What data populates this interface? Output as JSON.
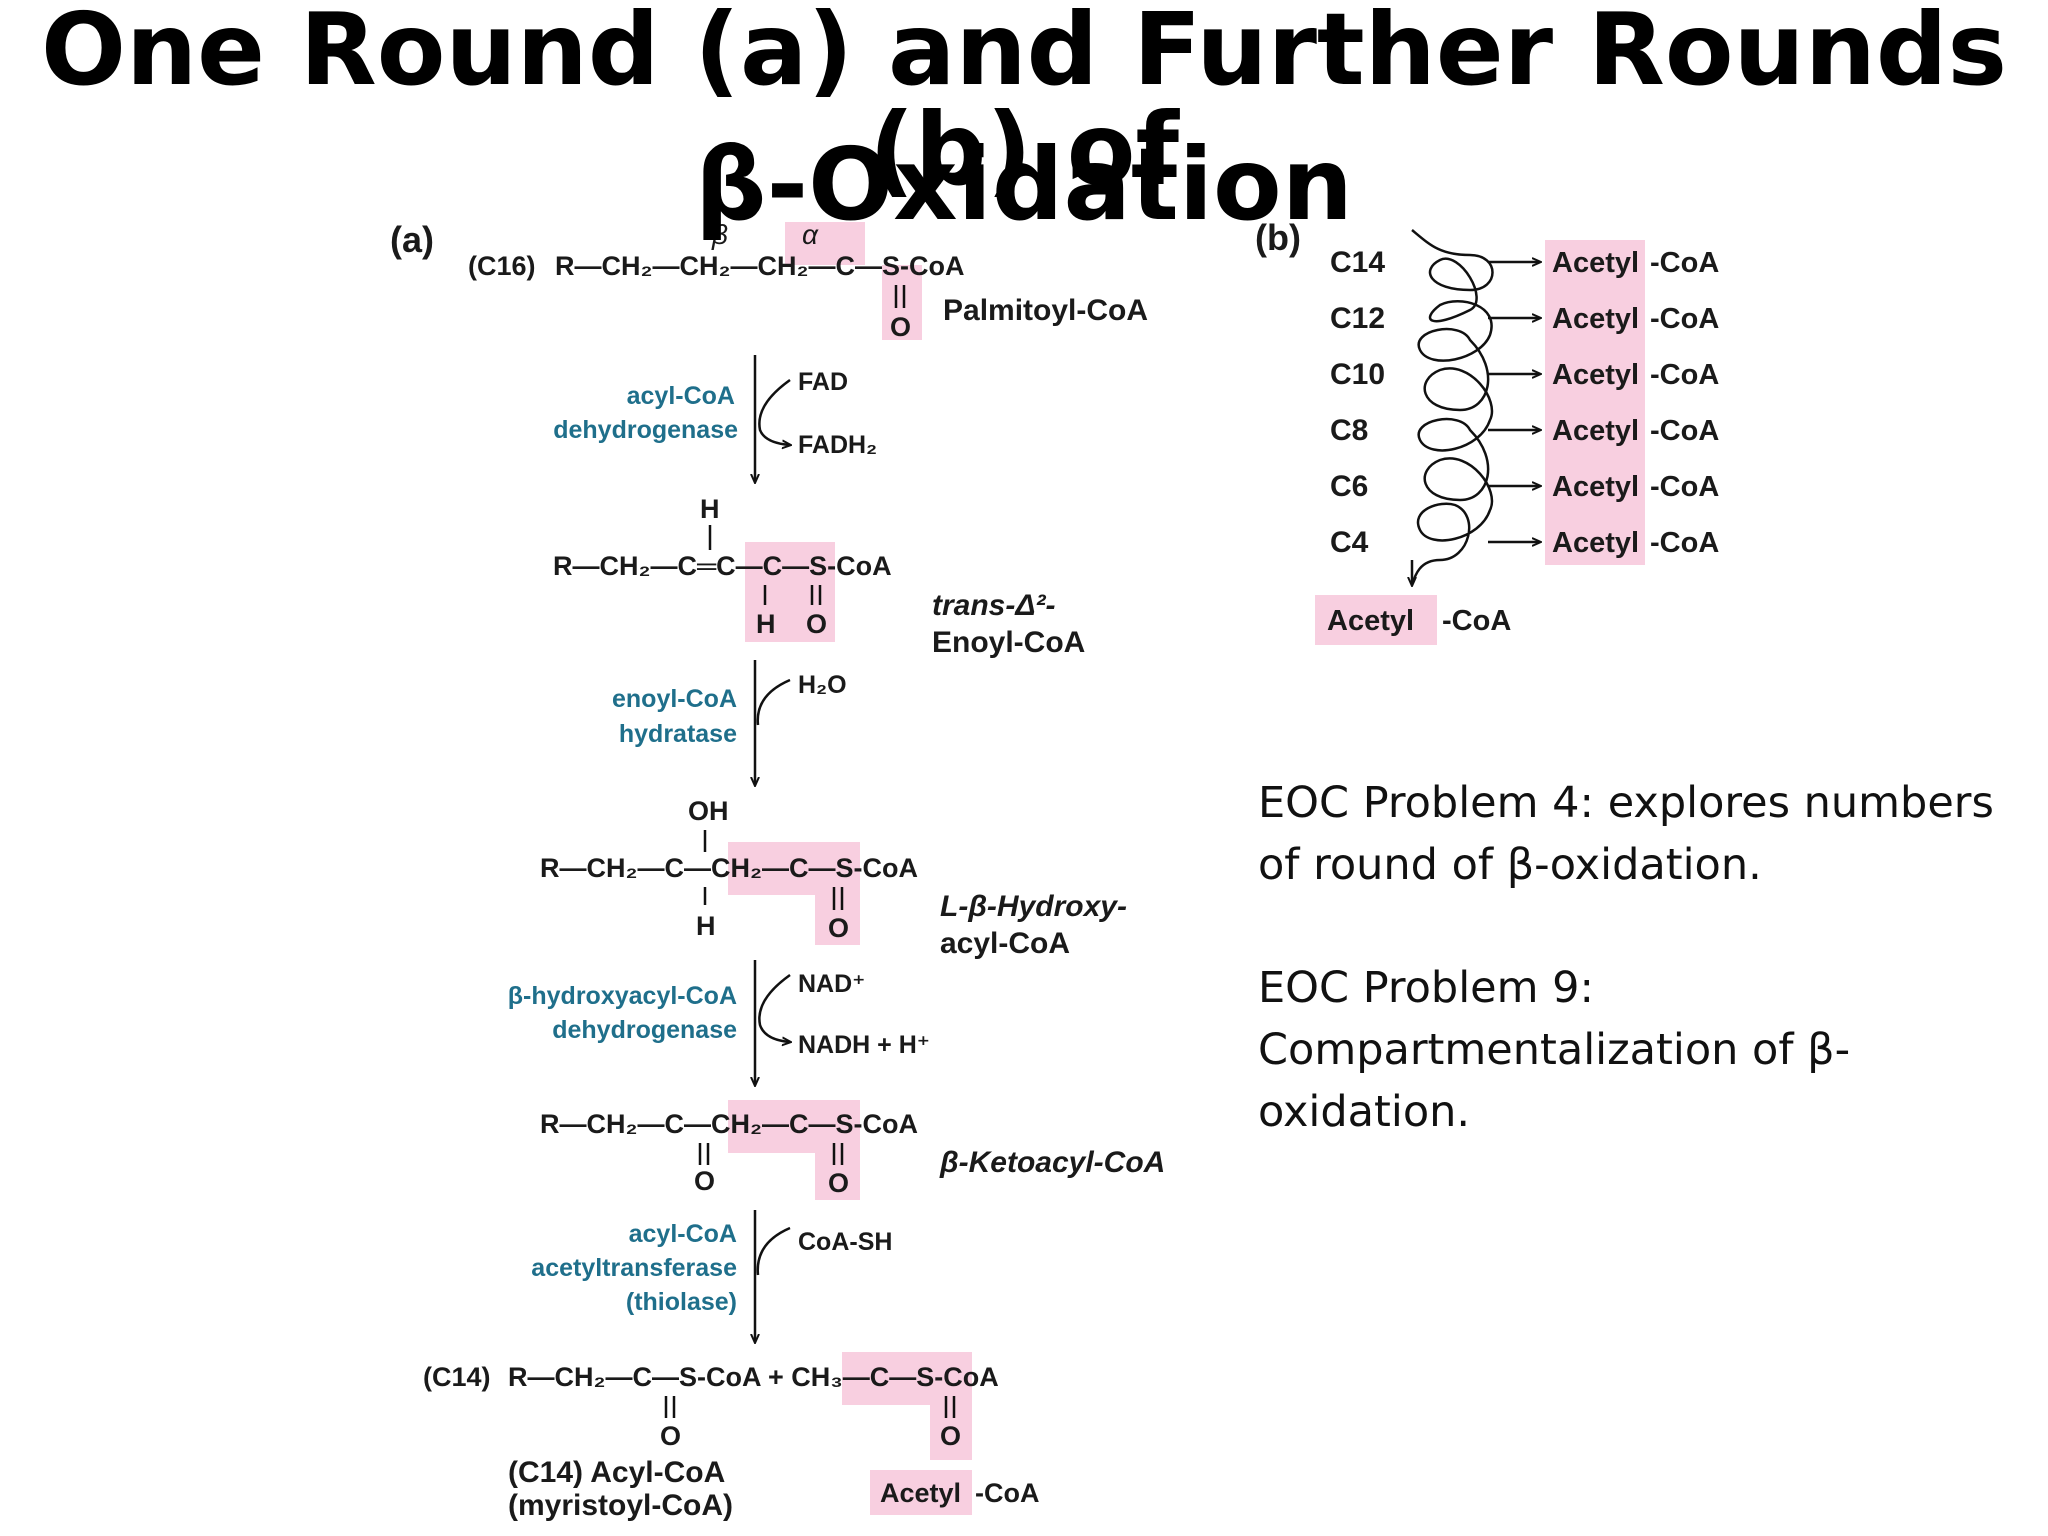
{
  "slide": {
    "title_line1": "One Round (a) and Further Rounds (b)  of",
    "title_line2": "β-Oxidation",
    "highlight_color": "#f8cfe0",
    "enzyme_color": "#1f6f8b"
  },
  "panel_a": {
    "label": "(a)",
    "greek_beta": "β",
    "greek_alpha": "α",
    "c16": "(C16)",
    "palmitoyl_name": "Palmitoyl-CoA",
    "enzyme1_line1": "acyl-CoA",
    "enzyme1_line2": "dehydrogenase",
    "fad": "FAD",
    "fadh2": "FADH₂",
    "enoyl_name_line1": "trans-Δ²-",
    "enoyl_name_line2": "Enoyl-CoA",
    "enzyme2_line1": "enoyl-CoA",
    "enzyme2_line2": "hydratase",
    "water": "H₂O",
    "hydroxy_name_line1": "L-β-Hydroxy-",
    "hydroxy_name_line2": "acyl-CoA",
    "enzyme3_line1": "β-hydroxyacyl-CoA",
    "enzyme3_line2": "dehydrogenase",
    "nad": "NAD⁺",
    "nadh": "NADH  + H⁺",
    "keto_name": "β-Ketoacyl-CoA",
    "enzyme4_line1": "acyl-CoA",
    "enzyme4_line2": "acetyltransferase",
    "enzyme4_line3": "(thiolase)",
    "coash": "CoA-SH",
    "c14": "(C14)",
    "product1_line1": "(C14) Acyl-CoA",
    "product1_line2": "(myristoyl-CoA)",
    "product2_acetyl": "Acetyl",
    "product2_coa": "-CoA"
  },
  "panel_b": {
    "label": "(b)",
    "rounds": [
      {
        "carbon": "C14",
        "acetyl": "Acetyl",
        "coa": "-CoA"
      },
      {
        "carbon": "C12",
        "acetyl": "Acetyl",
        "coa": "-CoA"
      },
      {
        "carbon": "C10",
        "acetyl": "Acetyl",
        "coa": "-CoA"
      },
      {
        "carbon": "C8",
        "acetyl": "Acetyl",
        "coa": "-CoA"
      },
      {
        "carbon": "C6",
        "acetyl": "Acetyl",
        "coa": "-CoA"
      },
      {
        "carbon": "C4",
        "acetyl": "Acetyl",
        "coa": "-CoA"
      }
    ],
    "final_acetyl": "Acetyl",
    "final_coa": "-CoA"
  },
  "notes": {
    "note1": "EOC Problem 4: explores numbers of round of β-oxidation.",
    "note2": "EOC Problem 9: Compartmentalization of β-oxidation."
  }
}
